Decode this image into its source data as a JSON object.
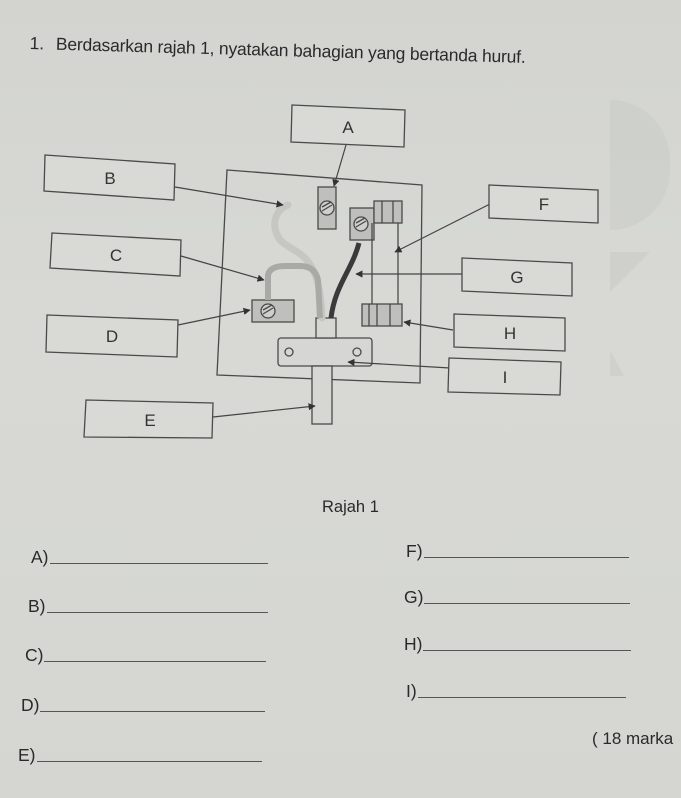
{
  "question": {
    "number": "1.",
    "text": "Berdasarkan rajah 1, nyatakan bahagian yang bertanda huruf."
  },
  "diagram": {
    "labels": {
      "A": "A",
      "B": "B",
      "C": "C",
      "D": "D",
      "E": "E",
      "F": "F",
      "G": "G",
      "H": "H",
      "I": "I"
    },
    "caption": "Rajah 1"
  },
  "answers": {
    "left": [
      {
        "label": "A)",
        "value": ""
      },
      {
        "label": "B)",
        "value": ""
      },
      {
        "label": "C)",
        "value": ""
      },
      {
        "label": "D)",
        "value": ""
      },
      {
        "label": "E)",
        "value": ""
      }
    ],
    "right": [
      {
        "label": "F)",
        "value": ""
      },
      {
        "label": "G)",
        "value": ""
      },
      {
        "label": "H)",
        "value": ""
      },
      {
        "label": "I)",
        "value": ""
      }
    ]
  },
  "marks": "( 18 marka"
}
